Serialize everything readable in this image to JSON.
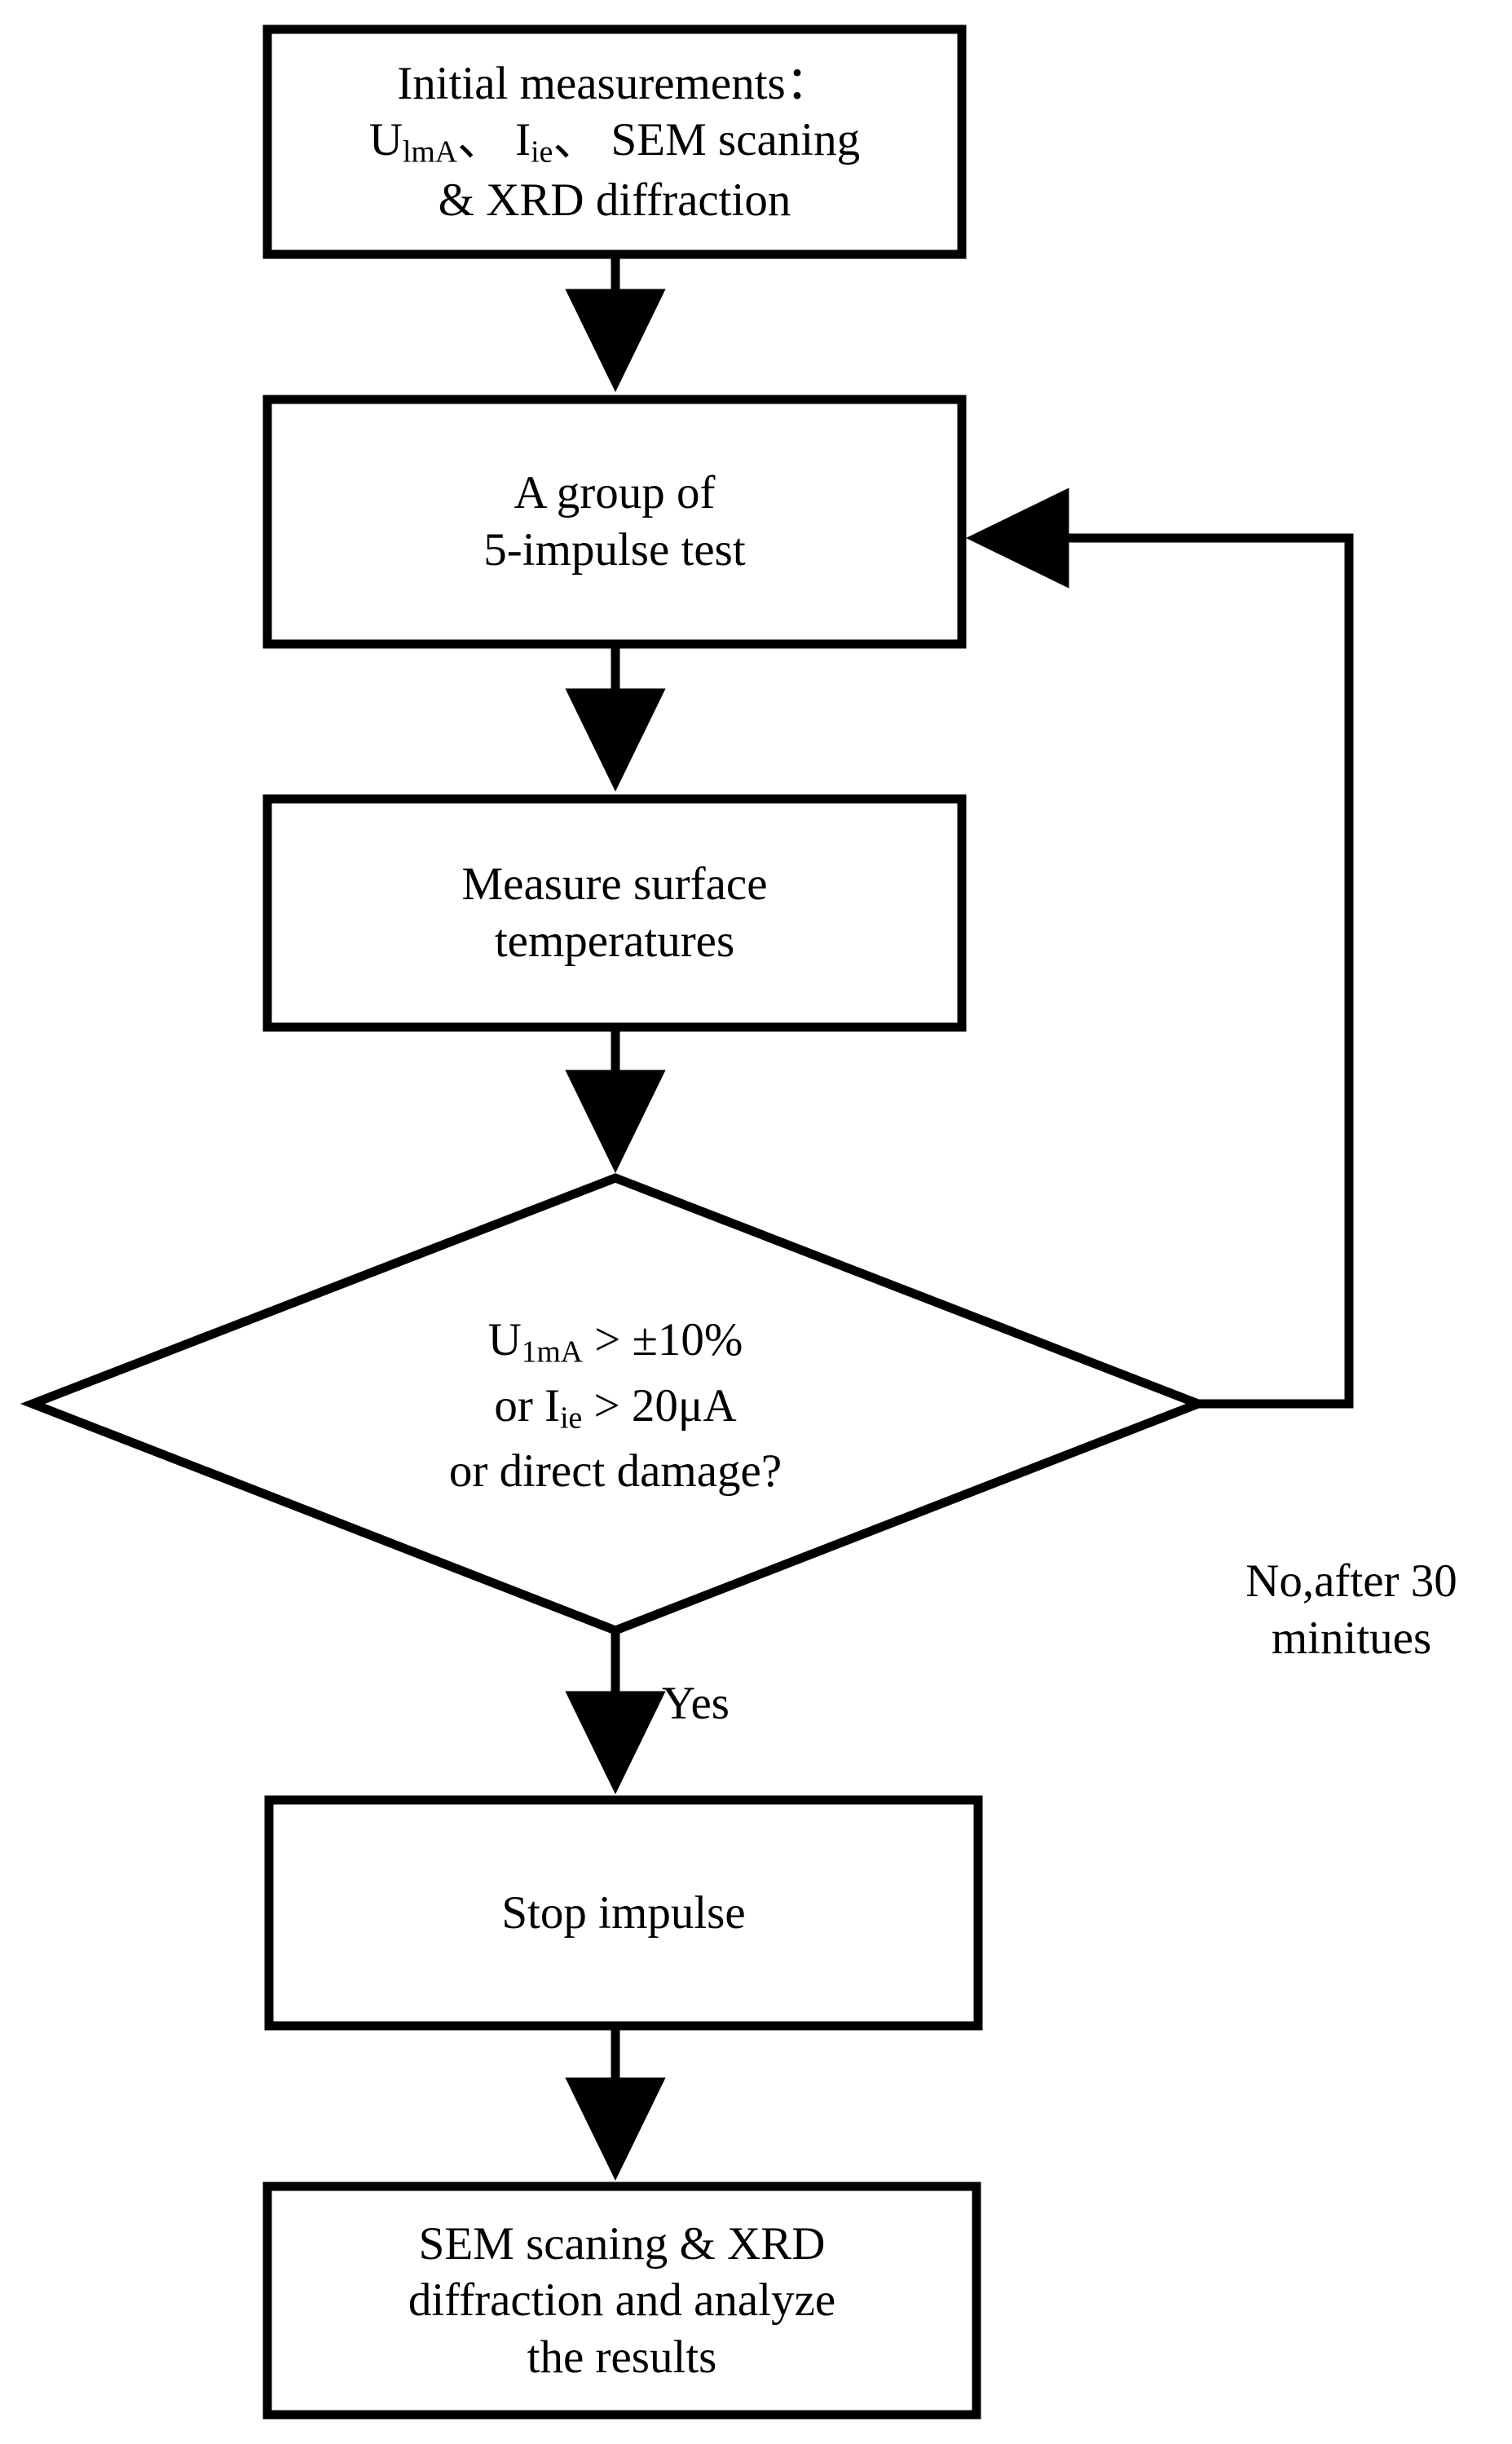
{
  "diagram": {
    "type": "flowchart",
    "title": "Impulse ageing test procedure flowchart",
    "orientation": "top-to-bottom",
    "stroke_color": "#000000",
    "fill_color": "#ffffff",
    "background": "#ffffff"
  },
  "nodes": {
    "initial": {
      "shape": "process",
      "lines": [
        "Initial measurements：",
        "U₁ₘₐ、 Iᵢₑ、 SEM scaning",
        "& XRD diffraction"
      ],
      "line1": "Initial measurements：",
      "line2_prefix": "U",
      "line2_sub1": "lmA",
      "line2_mid": "、 I",
      "line2_sub2": "ie",
      "line2_suffix": "、 SEM scaning",
      "line3": "& XRD diffraction"
    },
    "group": {
      "shape": "process",
      "line1": "A group of",
      "line2": "5-impulse test"
    },
    "measure": {
      "shape": "process",
      "line1": "Measure surface",
      "line2": "temperatures"
    },
    "decision": {
      "shape": "decision",
      "line1_prefix": "U",
      "line1_sub": "1mA",
      "line1_suffix": " > ±10%",
      "line2_prefix": "or I",
      "line2_sub": "ie",
      "line2_suffix": " > 20μA",
      "line3": "or direct damage?"
    },
    "stop": {
      "shape": "process",
      "line1": "Stop impulse"
    },
    "final": {
      "shape": "process",
      "line1": "SEM scaning & XRD",
      "line2": "diffraction and analyze",
      "line3": "the results"
    }
  },
  "edge_labels": {
    "no_branch_line1": "No,after 30",
    "no_branch_line2": "minitues",
    "yes_branch": "Yes"
  }
}
